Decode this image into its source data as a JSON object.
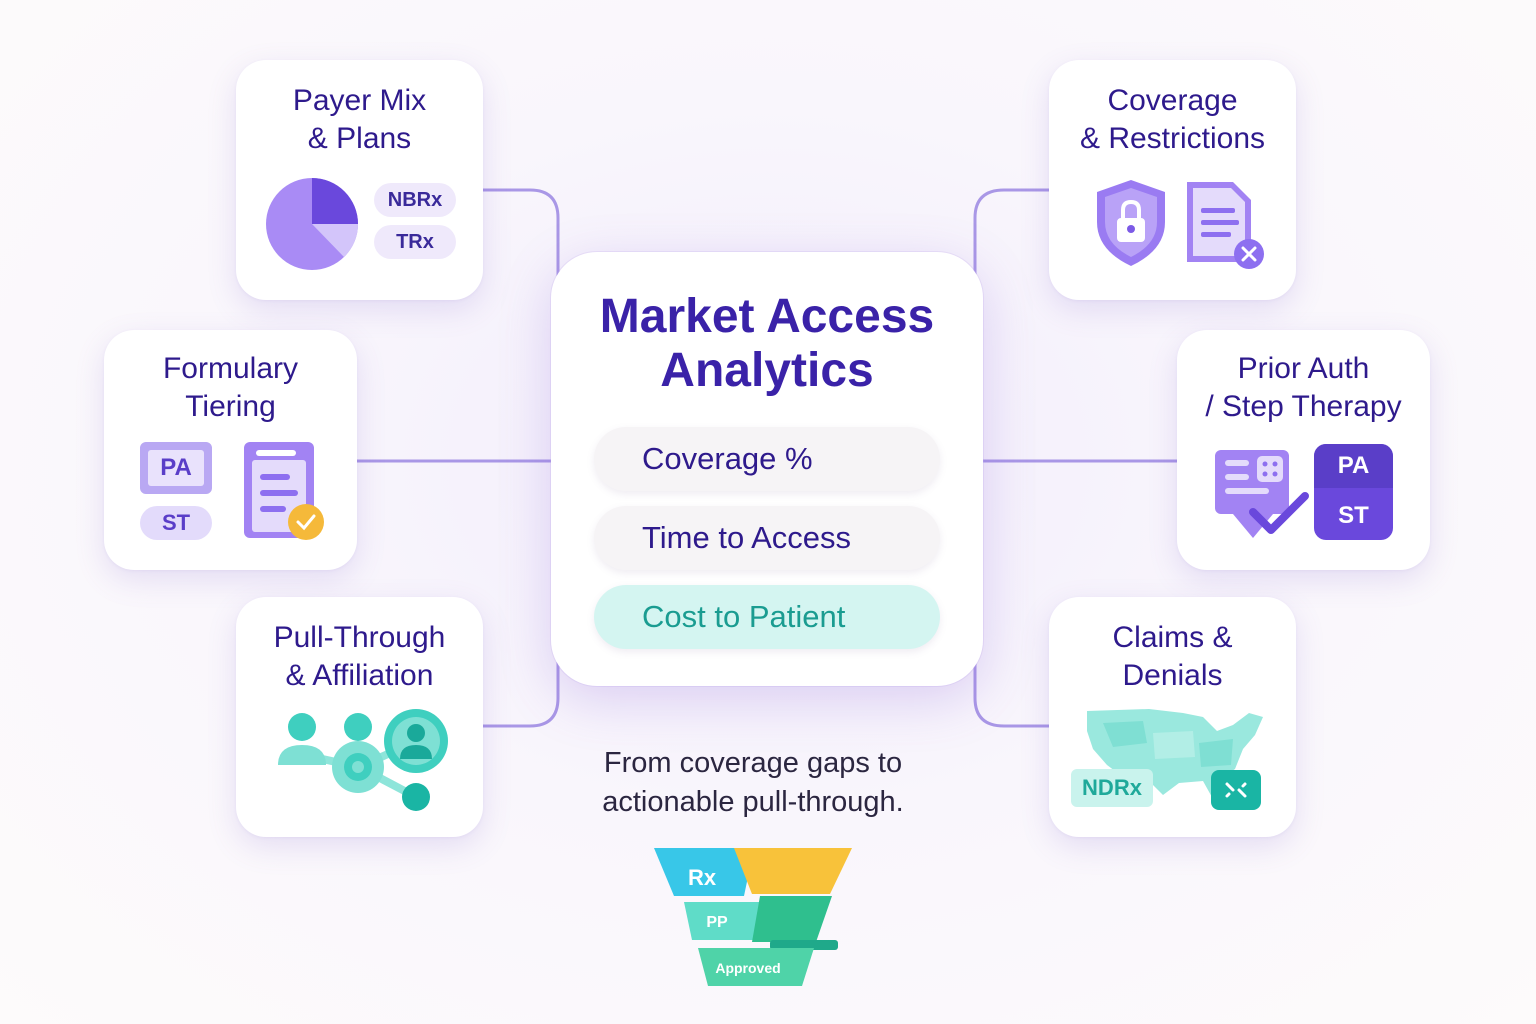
{
  "center": {
    "title": "Market Access\nAnalytics",
    "metrics": [
      "Coverage %",
      "Time to Access",
      "Cost to Patient"
    ]
  },
  "tagline": "From coverage gaps to\nactionable pull-through.",
  "cards": {
    "payer_mix": {
      "title": "Payer Mix\n& Plans",
      "pills": [
        "NBRx",
        "TRx"
      ]
    },
    "formulary": {
      "title": "Formulary\nTiering",
      "badges": [
        "PA",
        "ST"
      ]
    },
    "pull_through": {
      "title": "Pull-Through\n& Affiliation"
    },
    "coverage": {
      "title": "Coverage\n& Restrictions"
    },
    "prior_auth": {
      "title": "Prior Auth\n/ Step Therapy",
      "badges": [
        "PA",
        "ST"
      ]
    },
    "claims": {
      "title": "Claims &\nDenials",
      "tag": "NDRx"
    }
  },
  "funnel": {
    "levels": [
      "Rx",
      "PP",
      "Approved"
    ]
  },
  "colors": {
    "purple_dark": "#2e1a8c",
    "purple": "#8d6ff0",
    "purple_light": "#c9b8f7",
    "teal": "#4fd3c4",
    "yellow": "#f5b93a"
  }
}
